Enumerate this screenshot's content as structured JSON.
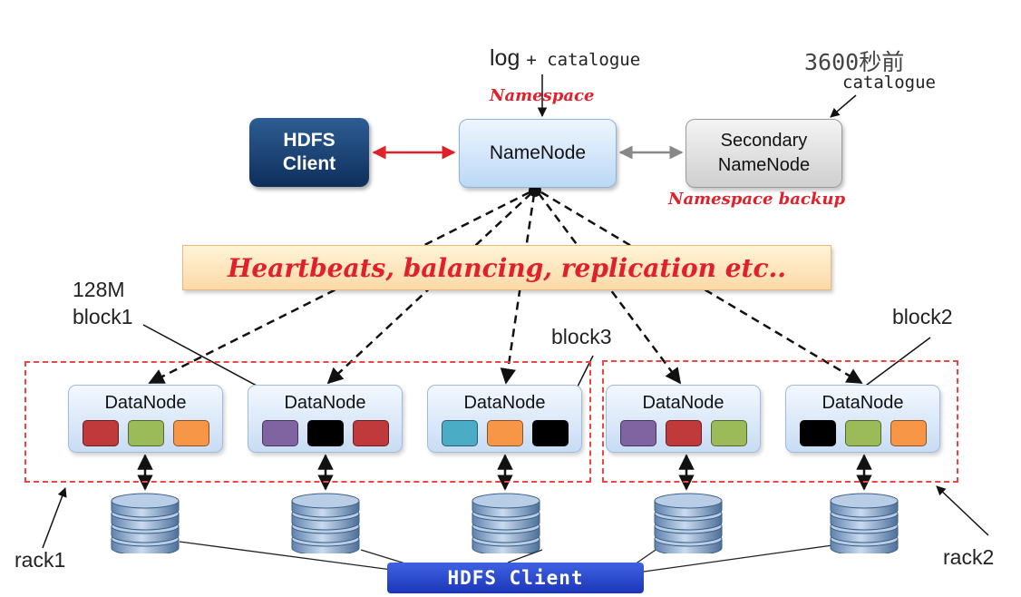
{
  "top": {
    "nn_label": "log",
    "nn_label_suffix": "+ catalogue",
    "namespace": "Namespace",
    "snn_time": "3600秒前",
    "snn_catalogue": "catalogue",
    "namespace_backup": "Namespace backup"
  },
  "nodes": {
    "hdfs_client_line1": "HDFS",
    "hdfs_client_line2": "Client",
    "namenode": "NameNode",
    "secondary_line1": "Secondary",
    "secondary_line2": "NameNode"
  },
  "banner": "Heartbeats, balancing, replication etc..",
  "annotations": {
    "size": "128M",
    "block1": "block1",
    "block2": "block2",
    "block3": "block3",
    "rack1": "rack1",
    "rack2": "rack2"
  },
  "datanodes": [
    {
      "label": "DataNode",
      "blocks": [
        "#c0393b",
        "#9bbb59",
        "#f79646"
      ]
    },
    {
      "label": "DataNode",
      "blocks": [
        "#8064a2",
        "#000000",
        "#c0393b"
      ]
    },
    {
      "label": "DataNode",
      "blocks": [
        "#4bacc6",
        "#f79646",
        "#000000"
      ]
    },
    {
      "label": "DataNode",
      "blocks": [
        "#8064a2",
        "#c0393b",
        "#9bbb59"
      ]
    },
    {
      "label": "DataNode",
      "blocks": [
        "#000000",
        "#9bbb59",
        "#f79646"
      ]
    }
  ],
  "bottom_client": "HDFS Client",
  "colors": {
    "client_link": "#e0202a",
    "secondary_link": "#888888",
    "dashed": "#111111",
    "rack_border": "#ee4444"
  }
}
